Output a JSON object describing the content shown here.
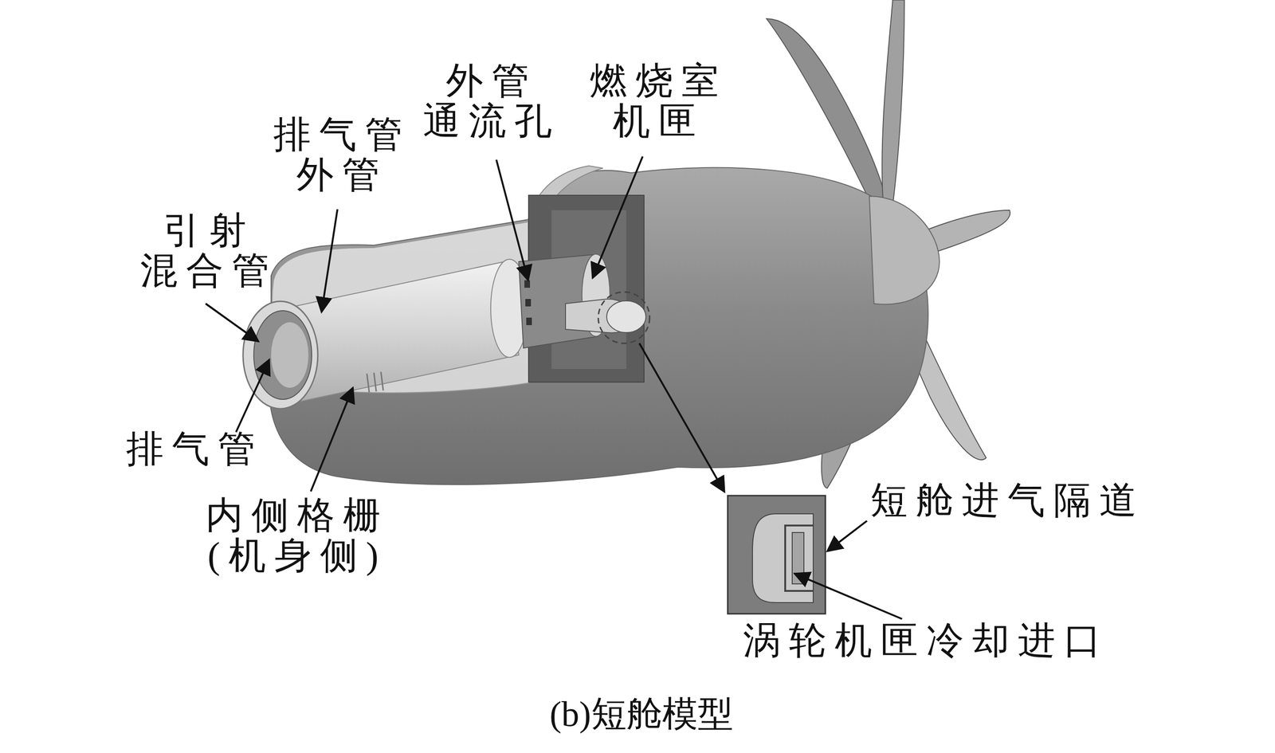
{
  "diagram": {
    "caption": "(b)短舱模型",
    "labels": [
      "外管 通流孔",
      "排气管 外管",
      "燃烧室 机匣",
      "引射 混合管",
      "排气管",
      "内侧格栅 (机身侧)",
      "短舱进气隔道",
      "涡轮机匣冷却进口"
    ]
  }
}
